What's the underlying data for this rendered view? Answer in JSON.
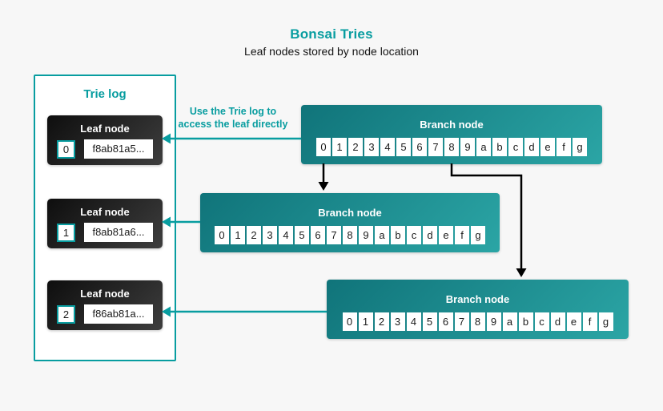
{
  "header": {
    "title": "Bonsai Tries",
    "subtitle": "Leaf nodes stored by node location"
  },
  "trie_log": {
    "title": "Trie log",
    "leaves": [
      {
        "label": "Leaf node",
        "index": "0",
        "hash": "f8ab81a5..."
      },
      {
        "label": "Leaf node",
        "index": "1",
        "hash": "f8ab81a6..."
      },
      {
        "label": "Leaf node",
        "index": "2",
        "hash": "f86ab81a..."
      }
    ]
  },
  "branches": [
    {
      "label": "Branch node"
    },
    {
      "label": "Branch node"
    },
    {
      "label": "Branch node"
    }
  ],
  "branch_cells": [
    "0",
    "1",
    "2",
    "3",
    "4",
    "5",
    "6",
    "7",
    "8",
    "9",
    "a",
    "b",
    "c",
    "d",
    "e",
    "f",
    "g"
  ],
  "annotation": {
    "line1": "Use the Trie log to",
    "line2": "access the leaf directly"
  },
  "colors": {
    "accent": "#089da0",
    "branch_gradient_start": "#10747a",
    "branch_gradient_end": "#2ba5a5",
    "leaf_gradient_start": "#0e0e0e",
    "leaf_gradient_end": "#3e3e3e",
    "background": "#f7f7f7",
    "arrow_black": "#000000"
  }
}
